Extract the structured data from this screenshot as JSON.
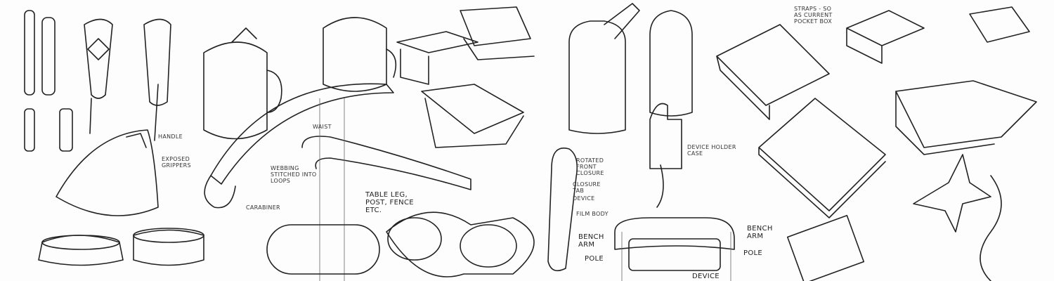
{
  "labels": {
    "handle": "HANDLE",
    "exposed_grippers": "EXPOSED\nGRIPPERS",
    "waist": "WAIST",
    "webbing": "WEBBING\nSTITCHED INTO\nLOOPS",
    "carabiner": "CARABINER",
    "table_leg": "TABLE LEG,\nPOST, FENCE\nETC.",
    "rotated_closure": "ROTATED\nFRONT\nCLOSURE",
    "closure_tab": "CLOSURE\nTAB",
    "device": "DEVICE",
    "film_body": "FILM BODY",
    "bench_arm": "BENCH\nARM",
    "pole": "POLE",
    "device_holder_case": "DEVICE HOLDER\nCASE",
    "bench_arm_right": "BENCH\nARM",
    "pole_right": "POLE",
    "device_bottom": "DEVICE",
    "straps": "STRAPS - SO\nAS CURRENT\nPOCKET BOX"
  }
}
